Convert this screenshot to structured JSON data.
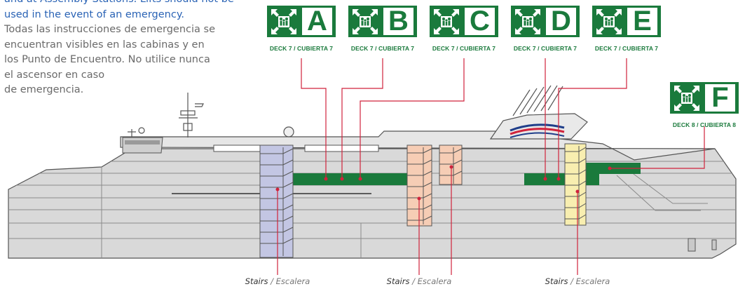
{
  "intro": {
    "en_line1": "and at Assembly Stations. Lifts should not be",
    "en_line2": "used in the event of an emergency.",
    "es_line1": "Todas las instrucciones de emergencia se",
    "es_line2": "encuentran visibles en las cabinas y en",
    "es_line3": "los Punto de Encuentro. No utilice nunca",
    "es_line4": "el ascensor en caso",
    "es_line5": "de emergencia."
  },
  "assembly_points": [
    {
      "letter": "A",
      "deck": "DECK 7 / CUBIERTA 7"
    },
    {
      "letter": "B",
      "deck": "DECK 7 / CUBIERTA 7"
    },
    {
      "letter": "C",
      "deck": "DECK 7 / CUBIERTA 7"
    },
    {
      "letter": "D",
      "deck": "DECK 7 / CUBIERTA 7"
    },
    {
      "letter": "E",
      "deck": "DECK 7 / CUBIERTA 7"
    },
    {
      "letter": "F",
      "deck": "DECK 8 / CUBIERTA 8"
    }
  ],
  "stairs": [
    {
      "en": "Stairs",
      "sep": " / ",
      "es": "Escalera"
    },
    {
      "en": "Stairs",
      "sep": " / ",
      "es": "Escalera"
    },
    {
      "en": "Stairs",
      "sep": " / ",
      "es": "Escalera"
    }
  ],
  "colors": {
    "assembly_green": "#1a7a3c",
    "leader_red": "#d0233c",
    "hull_grey": "#d9d9d9",
    "stair_blue": "#c3c6e3",
    "stair_salmon": "#f6cdb5",
    "stair_yellow": "#f8eeb0",
    "intro_blue": "#2a63b5"
  },
  "icons": {
    "assembly": "assembly-point-icon",
    "funnel_logo": "funnel-logo-icon"
  }
}
